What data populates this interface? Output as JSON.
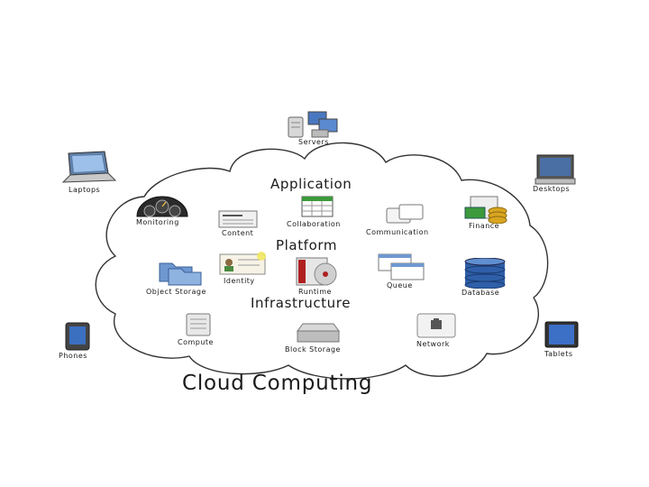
{
  "title": "Cloud Computing",
  "layers": {
    "application": "Application",
    "platform": "Platform",
    "infrastructure": "Infrastructure"
  },
  "clients": {
    "servers": "Servers",
    "laptops": "Laptops",
    "desktops": "Desktops",
    "phones": "Phones",
    "tablets": "Tablets"
  },
  "services": {
    "monitoring": "Monitoring",
    "content": "Content",
    "collaboration": "Collaboration",
    "communication": "Communication",
    "finance": "Finance",
    "identity": "Identity",
    "object_storage": "Object Storage",
    "runtime": "Runtime",
    "queue": "Queue",
    "database": "Database",
    "compute": "Compute",
    "block_storage": "Block Storage",
    "network": "Network"
  },
  "colors": {
    "outline": "#333333",
    "storage_blue": "#2f5fa8",
    "folder_blue": "#6f98d0",
    "finance_green": "#3c9a3c",
    "finance_gold": "#d9a520",
    "runtime_red": "#b02020"
  }
}
